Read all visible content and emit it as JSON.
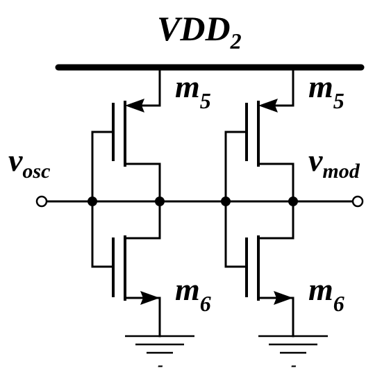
{
  "supply": {
    "name": "VDD",
    "subscript": "2"
  },
  "input": {
    "name": "v",
    "subscript": "osc"
  },
  "output": {
    "name": "v",
    "subscript": "mod"
  },
  "transistors": {
    "left_pmos": {
      "name": "m",
      "subscript": "5"
    },
    "right_pmos": {
      "name": "m",
      "subscript": "5"
    },
    "left_nmos": {
      "name": "m",
      "subscript": "6"
    },
    "right_nmos": {
      "name": "m",
      "subscript": "6"
    }
  },
  "ground_symbols": [
    "-",
    "-"
  ]
}
